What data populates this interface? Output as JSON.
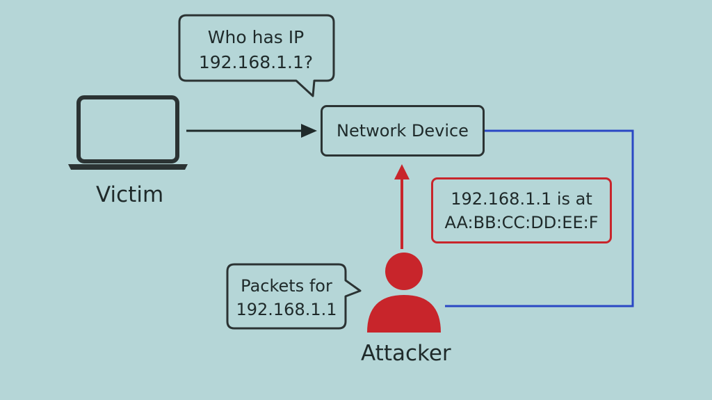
{
  "diagram": {
    "victim": {
      "label": "Victim"
    },
    "attacker": {
      "label": "Attacker"
    },
    "network_device": {
      "label": "Network Device"
    },
    "request_bubble": {
      "line1": "Who has IP",
      "line2": "192.168.1.1?"
    },
    "reply_box": {
      "line1": "192.168.1.1 is at",
      "line2": "AA:BB:CC:DD:EE:F"
    },
    "packets_bubble": {
      "line1": "Packets for",
      "line2": "192.168.1.1"
    }
  },
  "colors": {
    "background": "#b5d6d7",
    "outline": "#2b3333",
    "attacker_red": "#c8252b",
    "link_blue": "#2a48c4"
  }
}
